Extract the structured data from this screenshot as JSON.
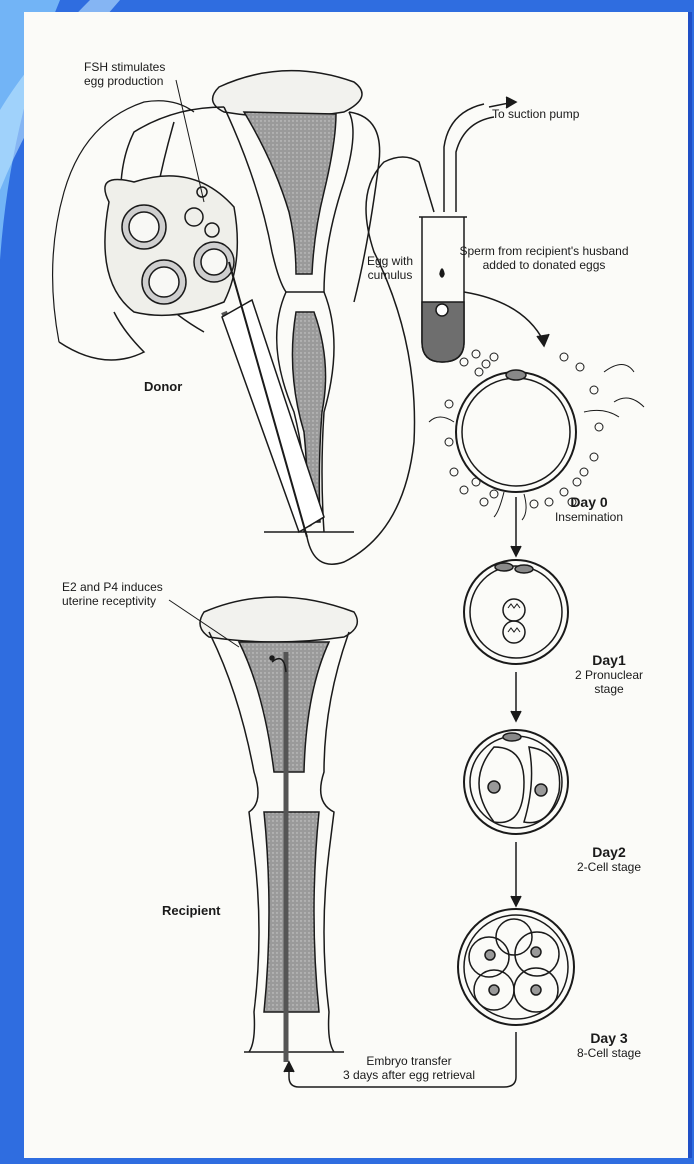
{
  "labels": {
    "fsh_line1": "FSH stimulates",
    "fsh_line2": "egg production",
    "suction_pump": "To suction pump",
    "egg_with": "Egg with",
    "cumulus": "cumulus",
    "sperm_line1": "Sperm from recipient's husband",
    "sperm_line2": "added to donated eggs",
    "donor": "Donor",
    "e2_line1": "E2 and P4 induces",
    "e2_line2": "uterine receptivity",
    "recipient": "Recipient",
    "transfer_line1": "Embryo transfer",
    "transfer_line2": "3 days after egg retrieval"
  },
  "stages": [
    {
      "day": "Day 0",
      "lines": [
        "Insemination"
      ]
    },
    {
      "day": "Day1",
      "lines": [
        "2 Pronuclear",
        "stage"
      ]
    },
    {
      "day": "Day2",
      "lines": [
        "2-Cell stage"
      ]
    },
    {
      "day": "Day 3",
      "lines": [
        "8-Cell stage"
      ]
    }
  ],
  "colors": {
    "slide_blue": "#2f6de0",
    "frame_blue": "#1f4fc6",
    "ink": "#1a1a1a",
    "tissue_gray": "#8f8f8f"
  }
}
